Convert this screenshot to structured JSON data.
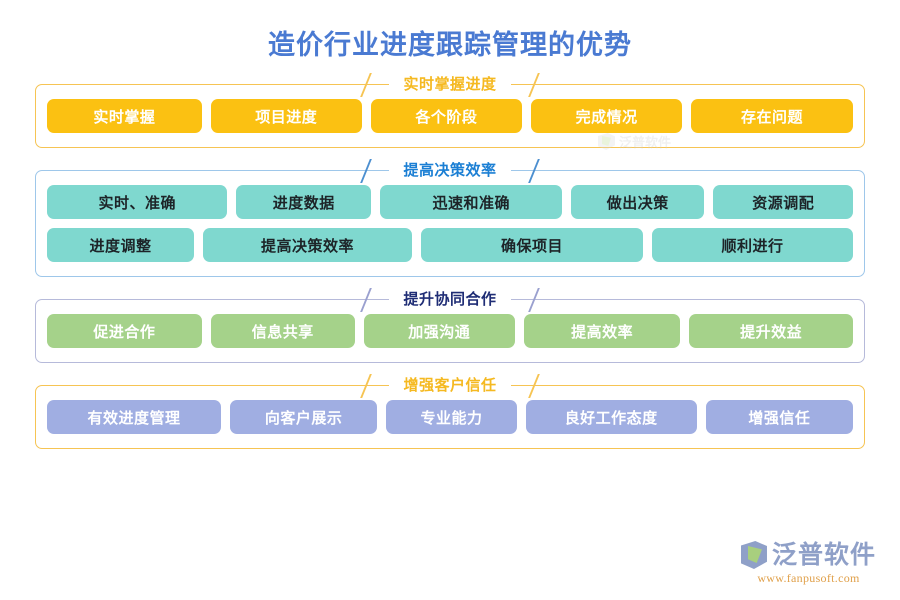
{
  "page": {
    "title": "造价行业进度跟踪管理的优势",
    "title_color": "#4a7ad2",
    "background": "#ffffff"
  },
  "sections": [
    {
      "id": "real-time-progress",
      "title": "实时掌握进度",
      "theme": "yellow",
      "title_color": "#f5b921",
      "border_color": "#f6c453",
      "pill_color": "#fbc112",
      "rows": [
        [
          "实时掌握",
          "项目进度",
          "各个阶段",
          "完成情况",
          "存在问题"
        ]
      ]
    },
    {
      "id": "decision-efficiency",
      "title": "提高决策效率",
      "theme": "teal",
      "title_color": "#1b7fd4",
      "border_color": "#9ec7ea",
      "pill_color": "#7fd8cf",
      "rows": [
        [
          "实时、准确",
          "进度数据",
          "迅速和准确",
          "做出决策",
          "资源调配"
        ],
        [
          "进度调整",
          "提高决策效率",
          "确保项目",
          "顺利进行"
        ]
      ]
    },
    {
      "id": "collaboration",
      "title": "提升协同合作",
      "theme": "green",
      "title_color": "#1f2d75",
      "border_color": "#b6bada",
      "pill_color": "#a5d28a",
      "rows": [
        [
          "促进合作",
          "信息共享",
          "加强沟通",
          "提高效率",
          "提升效益"
        ]
      ]
    },
    {
      "id": "customer-trust",
      "title": "增强客户信任",
      "theme": "purple",
      "title_color": "#f5b921",
      "border_color": "#f6c453",
      "pill_color": "#a0aee2",
      "rows": [
        [
          "有效进度管理",
          "向客户展示",
          "专业能力",
          "良好工作态度",
          "增强信任"
        ]
      ]
    }
  ],
  "watermark": {
    "text": "泛普软件"
  },
  "brand": {
    "name": "泛普软件",
    "url": "www.fanpusoft.com"
  }
}
